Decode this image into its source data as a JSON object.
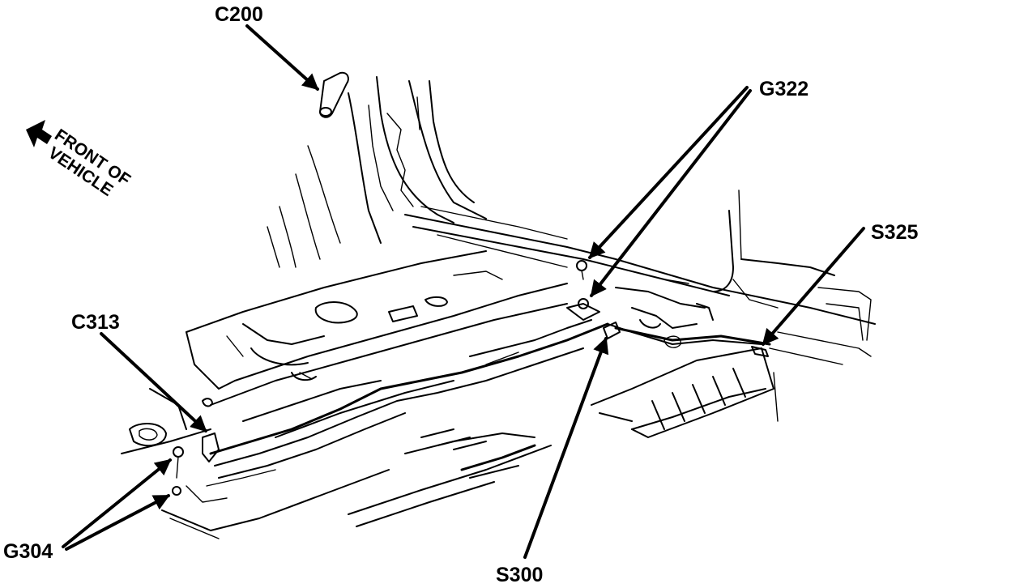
{
  "diagram": {
    "front_of_vehicle_line1": "FRONT OF",
    "front_of_vehicle_line2": "VEHICLE",
    "labels": {
      "c200": "C200",
      "g322": "G322",
      "s325": "S325",
      "c313": "C313",
      "g304": "G304",
      "s300": "S300"
    }
  }
}
